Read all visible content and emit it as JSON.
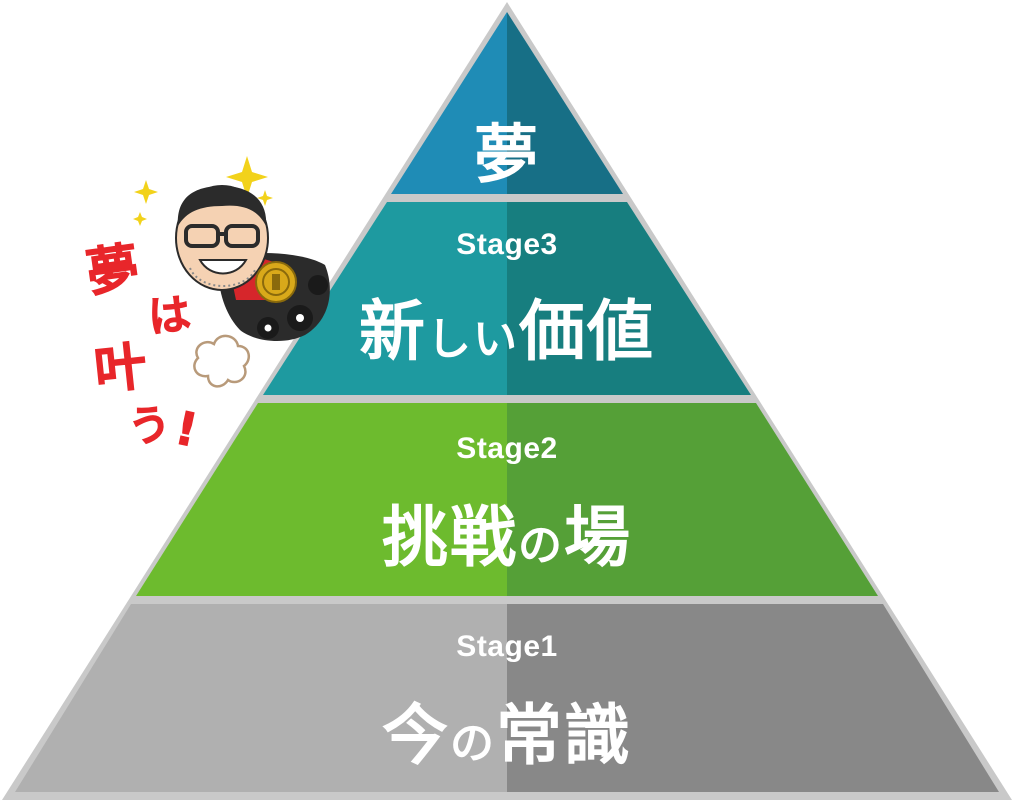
{
  "pyramid": {
    "top": {
      "title": "夢"
    },
    "tiers": [
      {
        "stage": "Stage3",
        "title_a": "新",
        "title_b": "しい",
        "title_c": "価値"
      },
      {
        "stage": "Stage2",
        "title_a": "挑戦",
        "title_b": "の",
        "title_c": "場"
      },
      {
        "stage": "Stage1",
        "title_a": "今",
        "title_b": "の",
        "title_c": "常識"
      }
    ]
  },
  "callout": {
    "line1": "夢",
    "line2": "は",
    "line3": "叶",
    "line4": "う",
    "line5": "!"
  },
  "colors": {
    "top_left": "#1f8cb6",
    "top_right": "#176f86",
    "stage3_left": "#1e9aa0",
    "stage3_right": "#177e7f",
    "stage2_left": "#6dbb2e",
    "stage2_right": "#55a037",
    "stage1_left": "#b0b0b0",
    "stage1_right": "#888888",
    "outline": "#c9c9c9",
    "callout_red": "#e8262a",
    "sparkle": "#f2d21b"
  },
  "icons": [
    "sparkle-icon",
    "character-illustration",
    "coin-icon",
    "dust-cloud-icon"
  ]
}
